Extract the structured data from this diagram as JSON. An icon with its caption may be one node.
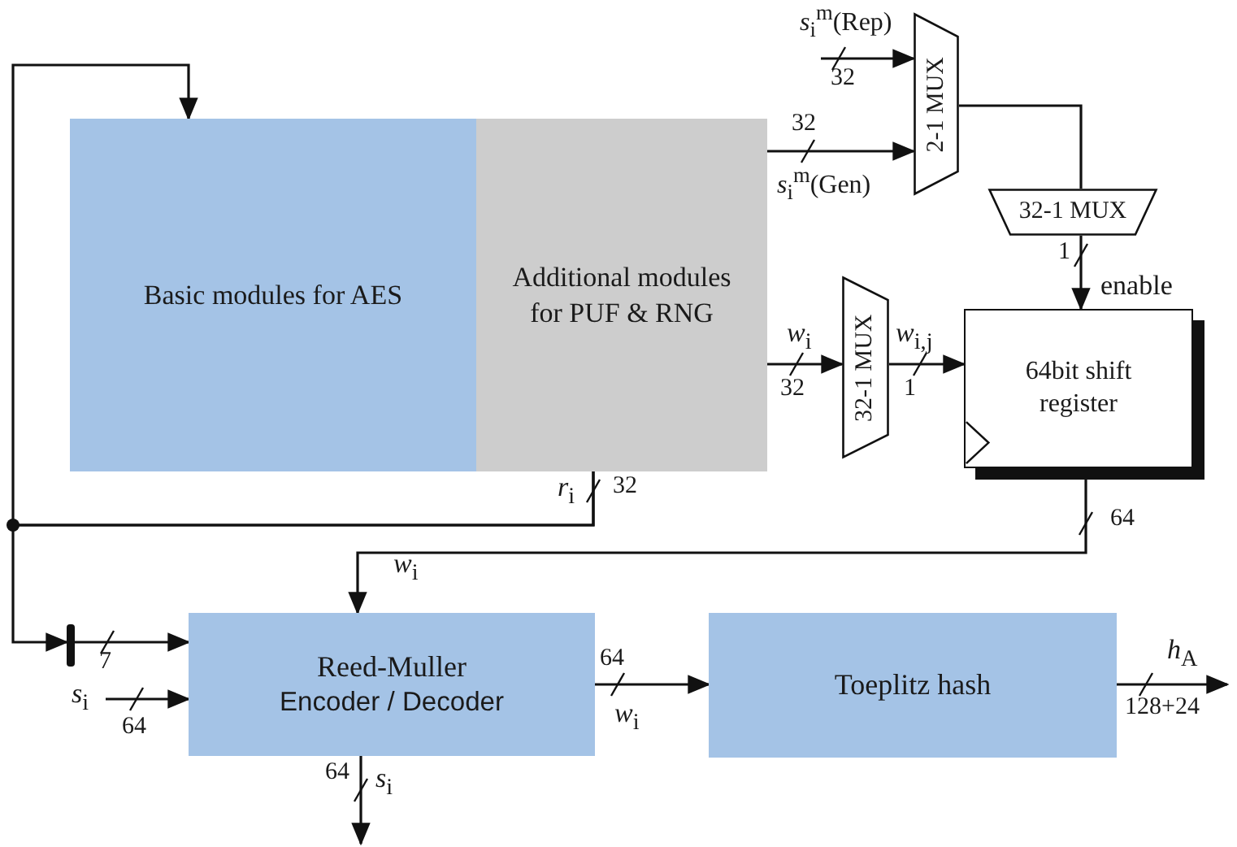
{
  "diagram": {
    "nodes": [
      {
        "text": [
          "Basic modules for AES"
        ]
      },
      {
        "text": [
          "Additional modules for PUF & RNG"
        ]
      },
      {
        "text": [
          "2-1 MUX"
        ]
      },
      {
        "text": [
          "32-1 MUX"
        ]
      },
      {
        "text": [
          "32-1 MUX"
        ]
      },
      {
        "text": [
          "64bit shift register"
        ]
      },
      {
        "text": [
          "Reed-Muller",
          "Encoder / Decoder"
        ]
      },
      {
        "text": [
          "Toeplitz hash"
        ]
      },
      {
        "text": [],
        "shape": "bar"
      }
    ],
    "edges": [
      {
        "from": null,
        "to": 2,
        "arrow": "to",
        "label": "32"
      },
      {
        "from": 1,
        "to": 2,
        "arrow": "to",
        "label": "32"
      },
      {
        "from": 2,
        "to": 3,
        "arrow": "none"
      },
      {
        "from": 3,
        "to": 5,
        "arrow": "to",
        "label": "1"
      },
      {
        "from": 1,
        "to": 4,
        "arrow": "to",
        "label": "32"
      },
      {
        "from": 4,
        "to": 5,
        "arrow": "to",
        "label": "1"
      },
      {
        "from": 5,
        "to": 6,
        "arrow": "to",
        "label": "64"
      },
      {
        "from": 1,
        "to": 0,
        "arrow": "to",
        "label": "32"
      },
      {
        "from": 1,
        "to": 8,
        "arrow": "to"
      },
      {
        "from": 8,
        "to": 6,
        "arrow": "to",
        "label": "7"
      },
      {
        "from": null,
        "to": 6,
        "arrow": "to",
        "label": "64"
      },
      {
        "from": 6,
        "to": 7,
        "arrow": "to",
        "label": "64"
      },
      {
        "from": 6,
        "to": null,
        "arrow": "to",
        "label": "64"
      },
      {
        "from": 7,
        "to": null,
        "arrow": "to",
        "label": "128+24"
      }
    ],
    "labels": [
      "*s*$_{i}$$^{m}$(Rep)",
      "*s*$_{i}$$^{m}$(Gen)",
      "enable",
      "*w*$_{i}$",
      "*w*$_{i,j}$",
      "*r*$_{i}$",
      "*w*$_{i}$",
      "*s*$_{i}$",
      "*w*$_{i}$",
      "*h*$_{A}$",
      "*s*$_{i}$"
    ]
  }
}
